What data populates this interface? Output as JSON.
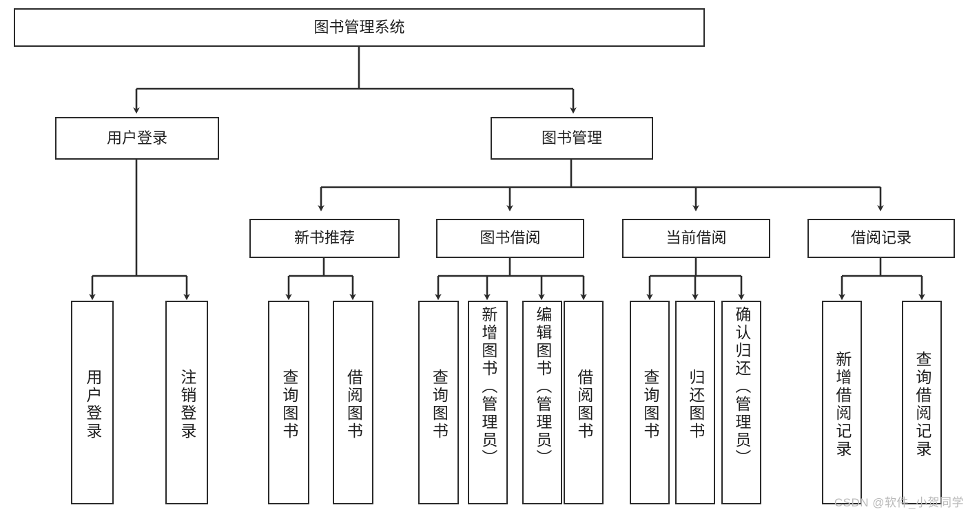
{
  "diagram": {
    "title": "图书管理系统",
    "type": "tree-hierarchy-chart",
    "root": {
      "id": "root",
      "label": "图书管理系统"
    },
    "level2": [
      {
        "id": "user-login",
        "label": "用户登录"
      },
      {
        "id": "book-manage",
        "label": "图书管理"
      }
    ],
    "level3": [
      {
        "id": "new-book-recommend",
        "label": "新书推荐"
      },
      {
        "id": "book-borrow",
        "label": "图书借阅"
      },
      {
        "id": "current-borrow",
        "label": "当前借阅"
      },
      {
        "id": "borrow-record",
        "label": "借阅记录"
      }
    ],
    "leaves": [
      {
        "id": "leaf-user-login",
        "label": "用户登录",
        "align": "center"
      },
      {
        "id": "leaf-logout-login",
        "label": "注销登录",
        "align": "center"
      },
      {
        "id": "leaf-query-book-1",
        "label": "查询图书",
        "align": "center"
      },
      {
        "id": "leaf-borrow-book-1",
        "label": "借阅图书",
        "align": "center"
      },
      {
        "id": "leaf-query-book-2",
        "label": "查询图书",
        "align": "center"
      },
      {
        "id": "leaf-add-book-admin",
        "label": "新增图书（管理员）",
        "align": "top"
      },
      {
        "id": "leaf-edit-book-admin",
        "label": "编辑图书（管理员）",
        "align": "top"
      },
      {
        "id": "leaf-borrow-book-2",
        "label": "借阅图书",
        "align": "center"
      },
      {
        "id": "leaf-query-book-3",
        "label": "查询图书",
        "align": "center"
      },
      {
        "id": "leaf-return-book",
        "label": "归还图书",
        "align": "center"
      },
      {
        "id": "leaf-confirm-return-admin",
        "label": "确认归还（管理员）",
        "align": "top"
      },
      {
        "id": "leaf-add-borrow-record",
        "label": "新增借阅记录",
        "align": "center"
      },
      {
        "id": "leaf-query-borrow-record",
        "label": "查询借阅记录",
        "align": "center"
      }
    ],
    "colors": {
      "border": "#2b2b2b",
      "text": "#1f1f1f",
      "background": "#ffffff",
      "watermark": "#b9b9b9"
    }
  },
  "watermark": {
    "text": "CSDN @软件_小贺同学"
  }
}
